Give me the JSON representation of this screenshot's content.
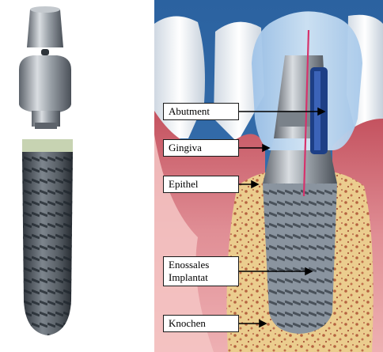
{
  "labels": {
    "abutment": "Abutment",
    "gingiva": "Gingiva",
    "epithel": "Epithel",
    "enossales_line1": "Enossales",
    "enossales_line2": "Implantat",
    "knochen": "Knochen"
  },
  "colors": {
    "background_panel": "#2f6aa8",
    "tooth_enamel": "#eef3f8",
    "crown_translucent": "#bcd6ef",
    "gum_pink": "#e49aa0",
    "gum_dark": "#c7606c",
    "bone": "#e8c98a",
    "bone_spots": "#b7654a",
    "metal": "#a7adb4",
    "metal_dark": "#4a5058",
    "epithel_line": "#d6336c",
    "screw_blue": "#1d3f86"
  }
}
